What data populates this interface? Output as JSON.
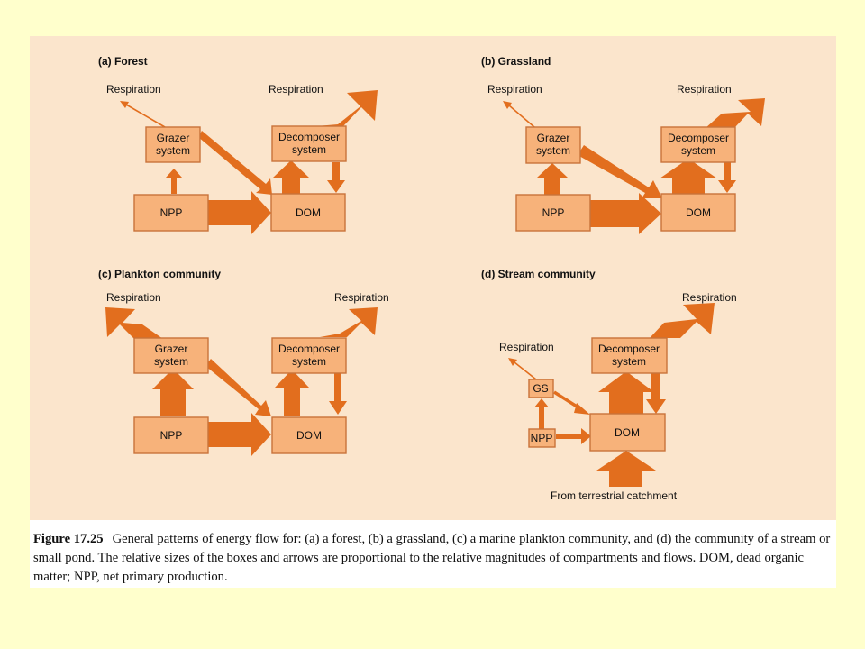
{
  "panels": {
    "forest": {
      "title": "(a) Forest",
      "respiration_left": "Respiration",
      "respiration_right": "Respiration",
      "grazer": [
        "Grazer",
        "system"
      ],
      "decomposer": [
        "Decomposer",
        "system"
      ],
      "npp": "NPP",
      "dom": "DOM"
    },
    "grassland": {
      "title": "(b) Grassland",
      "respiration_left": "Respiration",
      "respiration_right": "Respiration",
      "grazer": [
        "Grazer",
        "system"
      ],
      "decomposer": [
        "Decomposer",
        "system"
      ],
      "npp": "NPP",
      "dom": "DOM"
    },
    "plankton": {
      "title": "(c) Plankton community",
      "respiration_left": "Respiration",
      "respiration_right": "Respiration",
      "grazer": [
        "Grazer",
        "system"
      ],
      "decomposer": [
        "Decomposer",
        "system"
      ],
      "npp": "NPP",
      "dom": "DOM"
    },
    "stream": {
      "title": "(d) Stream community",
      "respiration_left": "Respiration",
      "respiration_right": "Respiration",
      "gs": "GS",
      "decomposer": [
        "Decomposer",
        "system"
      ],
      "npp": "NPP",
      "dom": "DOM",
      "source": "From terrestrial catchment"
    }
  },
  "caption": {
    "label": "Figure 17.25",
    "text": "General patterns of energy flow for: (a) a forest, (b) a grassland, (c) a marine plankton community, and (d) the community of a stream or small pond. The relative sizes of the boxes and arrows are proportional to the relative magnitudes of compartments and flows. DOM, dead organic matter; NPP, net primary production."
  },
  "colors": {
    "page_background": "#ffffcc",
    "diagram_background": "#fbe5cc",
    "box_fill": "#f7b27a",
    "arrow": "#e26e1e"
  }
}
